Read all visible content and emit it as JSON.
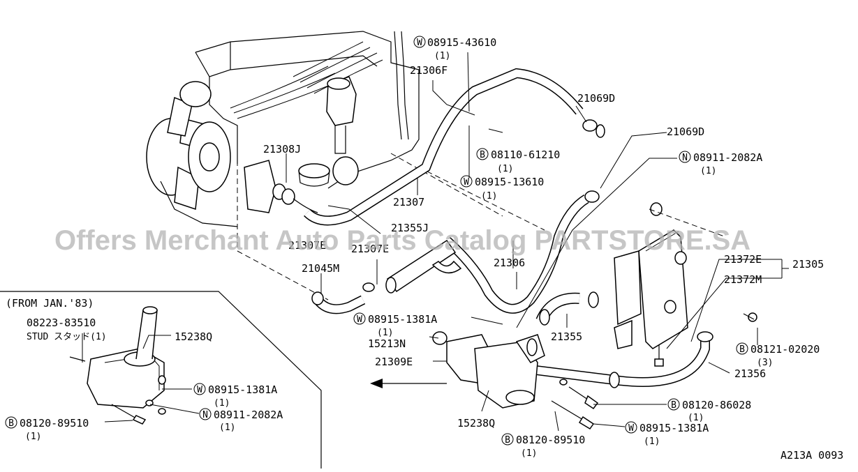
{
  "watermark": "Offers Merchant Auto Parts Catalog PARTSTORE.SA",
  "diagram_code": "A213A 0093",
  "inset_title": "(FROM JAN.'83)",
  "symbols": {
    "W": "W",
    "B": "B",
    "N": "N"
  },
  "labels": {
    "p08915_43610": "08915-43610",
    "q1_a": "(1)",
    "p21306F": "21306F",
    "p21069D_a": "21069D",
    "p21069D_b": "21069D",
    "p08110_61210": "08110-61210",
    "q1_b": "(1)",
    "p08911_2082A_a": "08911-2082A",
    "q1_c": "(1)",
    "p08915_13610": "08915-13610",
    "q1_d": "(1)",
    "p21308J": "21308J",
    "p21307": "21307",
    "p21355J": "21355J",
    "p21307E_a": "21307E",
    "p21307E_b": "21307E",
    "p21306": "21306",
    "p21045M": "21045M",
    "p21372E": "21372E",
    "p21305": "21305",
    "p21372M": "21372M",
    "p08915_1381A_a": "08915-1381A",
    "q1_e": "(1)",
    "p15213N": "15213N",
    "p21355": "21355",
    "p08121_02020": "08121-02020",
    "q3": "(3)",
    "p21309E": "21309E",
    "p21356": "21356",
    "p08120_86028": "08120-86028",
    "q1_f": "(1)",
    "p15238Q_a": "15238Q",
    "p08915_1381A_b": "08915-1381A",
    "q1_g": "(1)",
    "p08120_89510_a": "08120-89510",
    "q1_h": "(1)",
    "p08223_83510": "08223-83510",
    "stud": "STUD スタッド(1)",
    "p15238Q_b": "15238Q",
    "p08915_1381A_c": "08915-1381A",
    "q1_i": "(1)",
    "p08911_2082A_b": "08911-2082A",
    "q1_j": "(1)",
    "p08120_89510_b": "08120-89510",
    "q1_k": "(1)"
  }
}
